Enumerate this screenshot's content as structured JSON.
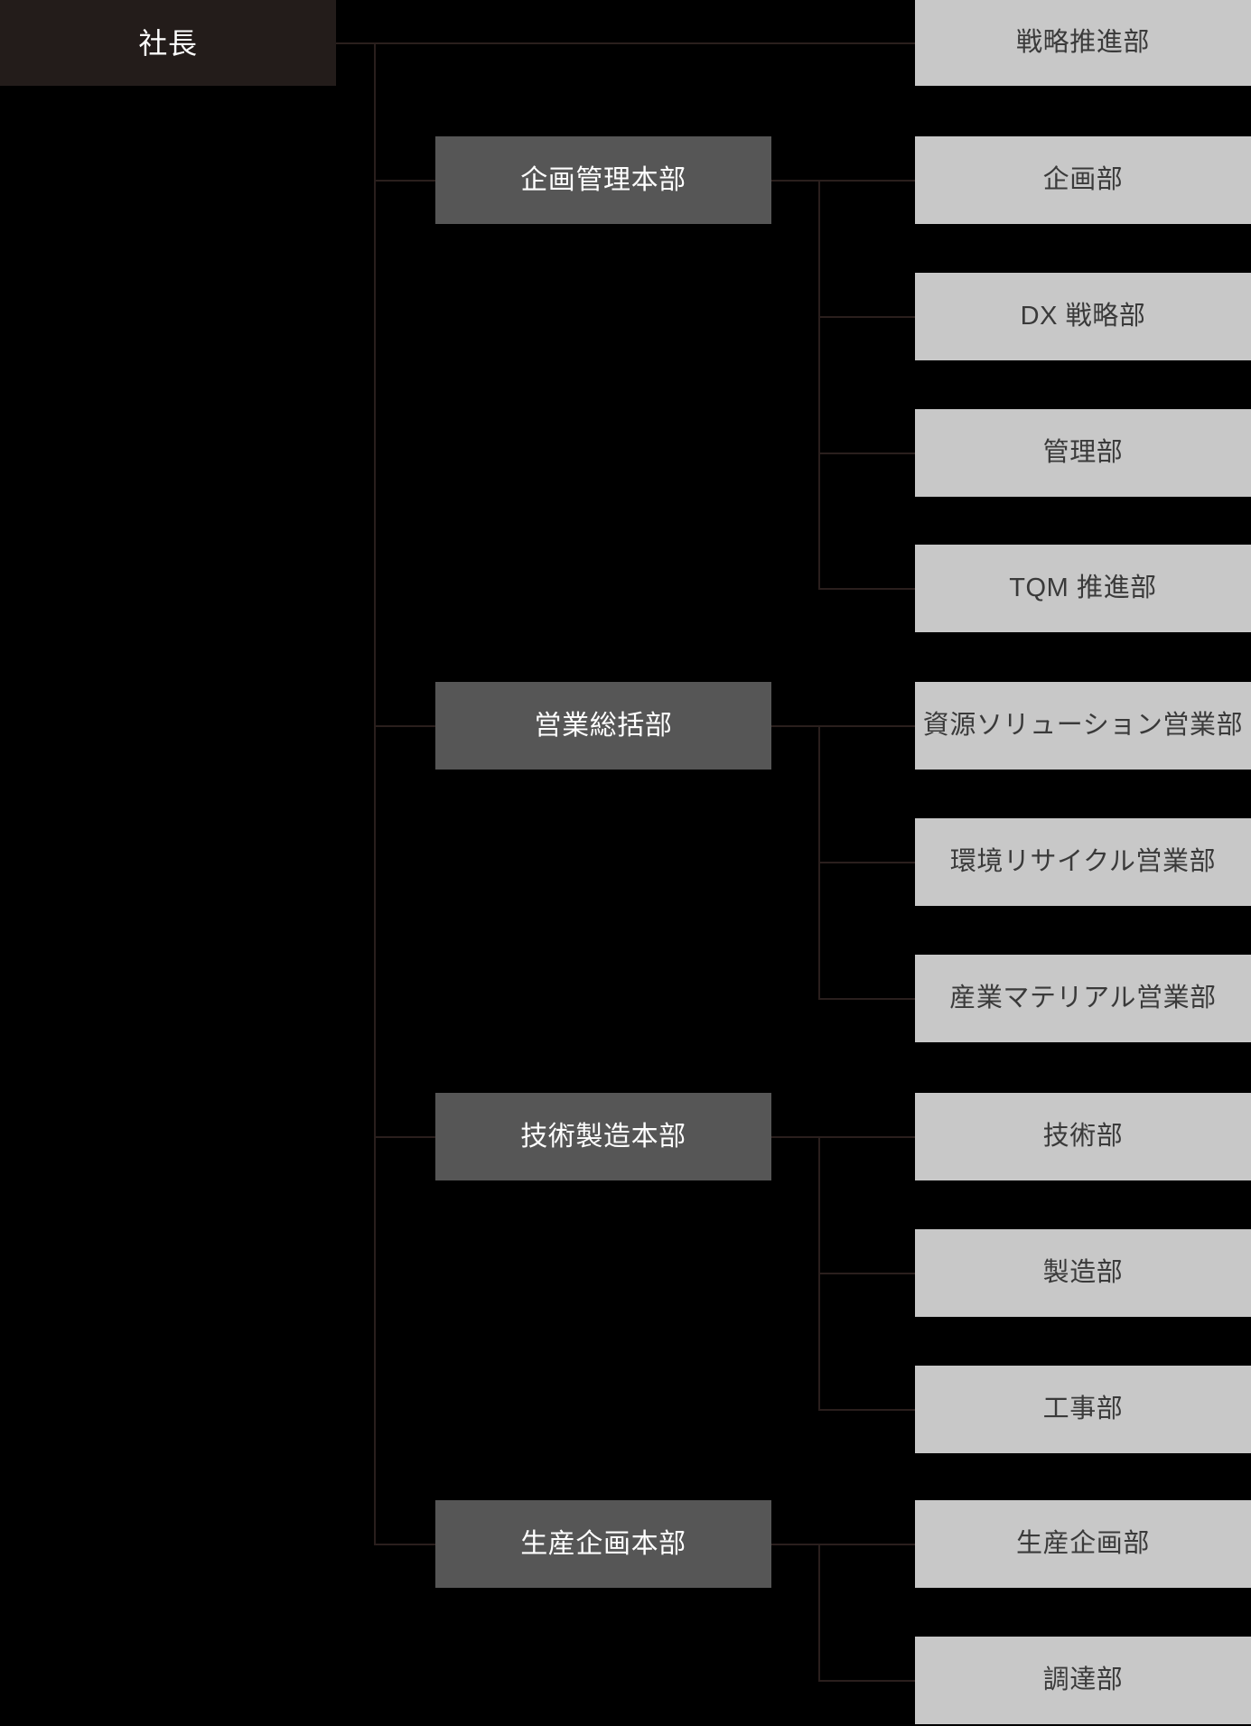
{
  "diagram": {
    "type": "organization-chart",
    "title": "",
    "colors": {
      "background": "#000000",
      "level1_box": "#231c1a",
      "level2_box": "#565656",
      "level3_box": "#c8c8c8",
      "level1_text": "#ffffff",
      "level2_text": "#ffffff",
      "level3_text": "#3a3a3a",
      "connector": "#2a1f1d"
    },
    "root": {
      "label": "社長"
    },
    "direct_departments": [
      {
        "label": "戦略推進部"
      }
    ],
    "divisions": [
      {
        "label": "企画管理本部",
        "departments": [
          {
            "label": "企画部"
          },
          {
            "label": "DX 戦略部"
          },
          {
            "label": "管理部"
          },
          {
            "label": "TQM 推進部"
          }
        ]
      },
      {
        "label": "営業総括部",
        "departments": [
          {
            "label": "資源ソリューション営業部"
          },
          {
            "label": "環境リサイクル営業部"
          },
          {
            "label": "産業マテリアル営業部"
          }
        ]
      },
      {
        "label": "技術製造本部",
        "departments": [
          {
            "label": "技術部"
          },
          {
            "label": "製造部"
          },
          {
            "label": "工事部"
          }
        ]
      },
      {
        "label": "生産企画本部",
        "departments": [
          {
            "label": "生産企画部"
          },
          {
            "label": "調達部"
          }
        ]
      }
    ]
  }
}
